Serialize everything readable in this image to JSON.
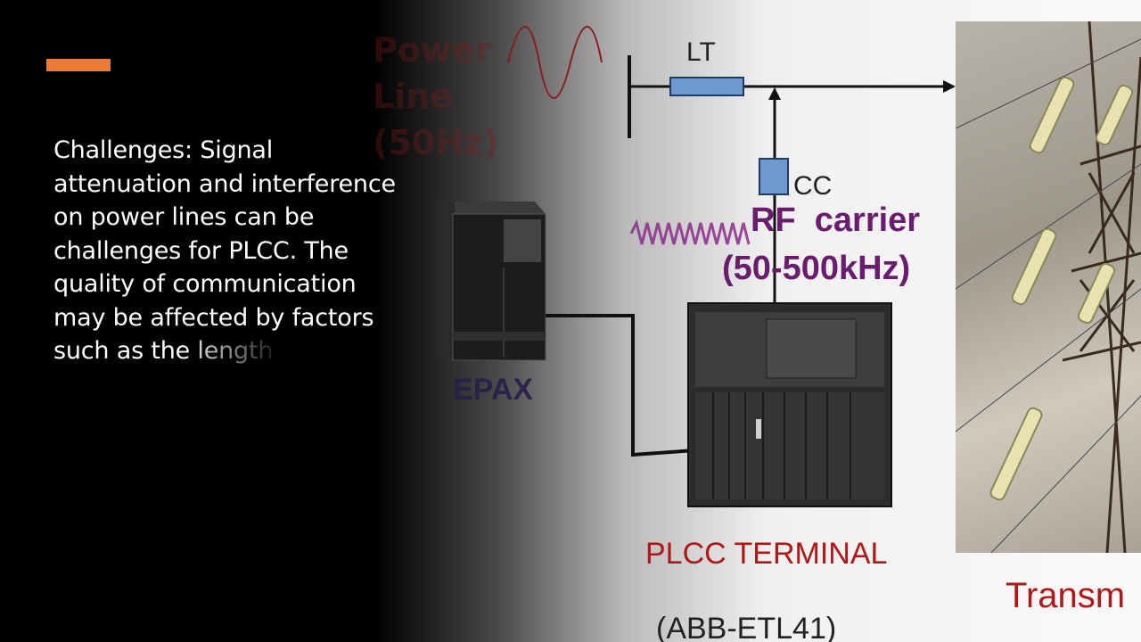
{
  "slide": {
    "body_text_lines": [
      "Challenges: Signal",
      "attenuation and interference",
      "on power lines can be",
      "challenges for PLCC. The",
      "quality of communication",
      "may be affected by factors",
      "such as the length"
    ]
  },
  "diagram": {
    "power_line_label_lines": [
      "Power",
      "Line",
      "(50Hz)"
    ],
    "lt_label": "LT",
    "cc_label": "CC",
    "rf_label": "RF  carrier",
    "rf_freq_label": "(50-500kHz)",
    "epax_label": "EPAX",
    "plcc_terminal_label": "PLCC TERMINAL",
    "abb_label": "(ABB-ETL41)",
    "transmission_label": "Transm"
  },
  "colors": {
    "accent": "#ec7b35",
    "red_label": "#b01818",
    "purple_label": "#6a1d6e",
    "component_blue": "#6e9bcf"
  }
}
